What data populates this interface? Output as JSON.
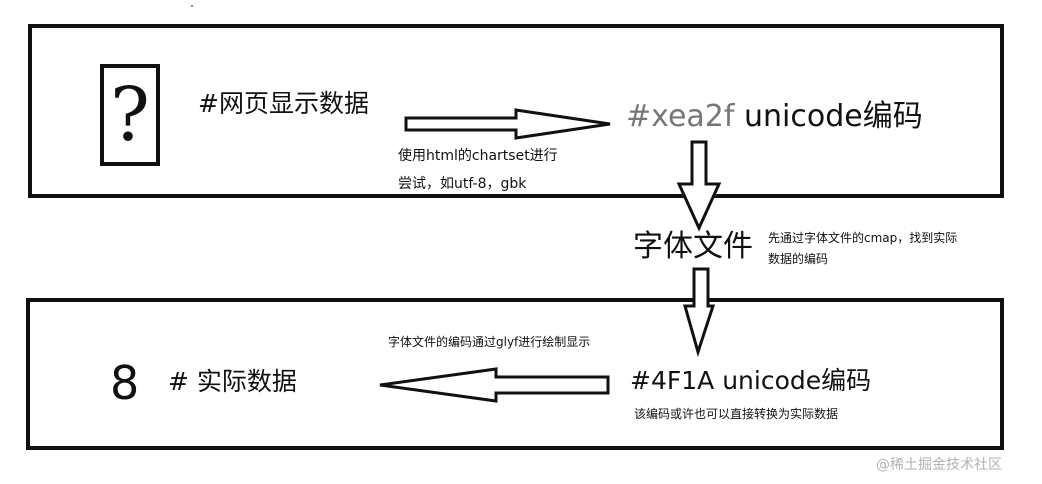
{
  "top_box": {
    "unknown_glyph": "?",
    "page_display": "#网页显示数据",
    "charset_note_line1": "使用html的chartset进行",
    "charset_note_line2": "尝试，如utf-8，gbk",
    "codepoint_prefix": "#xea2f",
    "codepoint_suffix": " unicode编码"
  },
  "middle": {
    "font_file": "字体文件",
    "cmap_note_line1": "先通过字体文件的cmap，找到实际",
    "cmap_note_line2": "数据的编码"
  },
  "bottom_box": {
    "glyf_note": "字体文件的编码通过glyf进行绘制显示",
    "rendered_glyph": "8",
    "actual_data": "# 实际数据",
    "actual_codepoint": "#4F1A unicode编码",
    "convert_note": "该编码或许也可以直接转换为实际数据"
  },
  "watermark": "@稀土掘金技术社区"
}
